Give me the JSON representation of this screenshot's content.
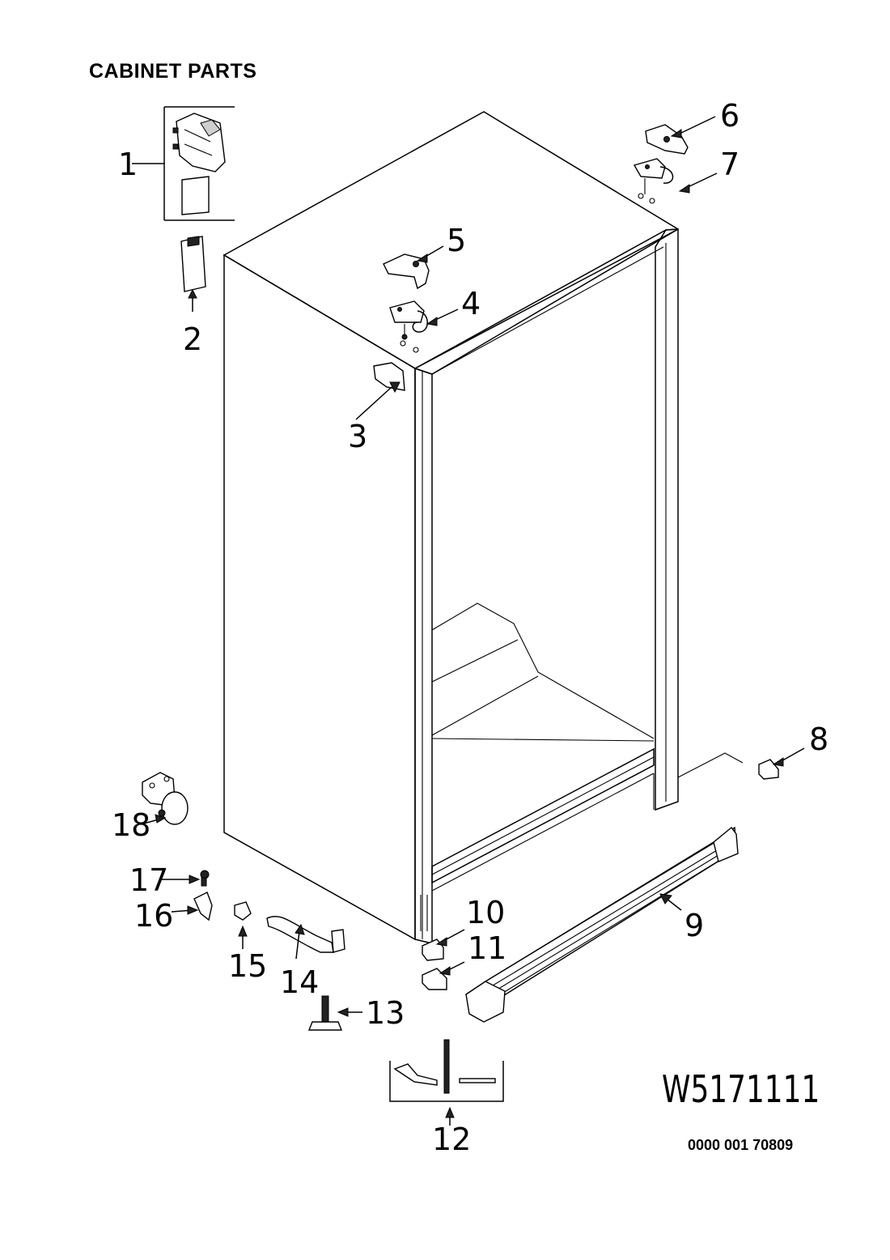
{
  "header": {
    "title": "CABINET PARTS"
  },
  "model_number": "W5171111",
  "document_number": "0000 001 70809",
  "callouts": [
    "1",
    "2",
    "3",
    "4",
    "5",
    "6",
    "7",
    "8",
    "9",
    "10",
    "11",
    "12",
    "13",
    "14",
    "15",
    "16",
    "17",
    "18"
  ]
}
